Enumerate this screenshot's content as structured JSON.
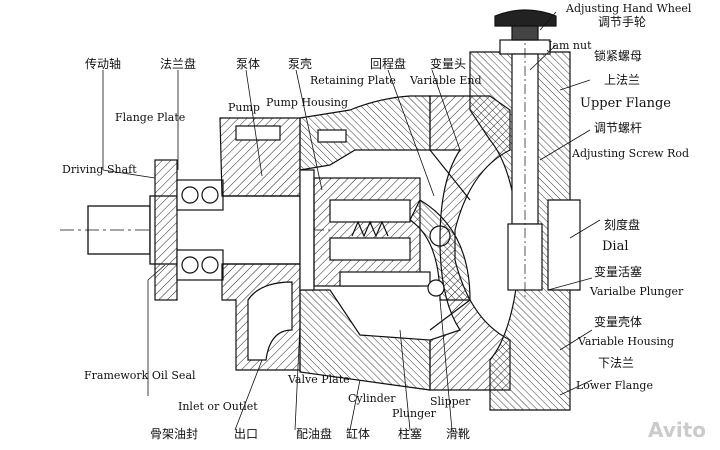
{
  "labels": {
    "adjusting_hand_wheel": "Adjusting Hand Wheel",
    "adjusting_hand_wheel_zh": "调节手轮",
    "jam_nut": "Jam nut",
    "jam_nut_zh": "锁紧螺母",
    "upper_flange_zh": "上法兰",
    "upper_flange": "Upper Flange",
    "adjusting_screw_rod_zh": "调节螺杆",
    "adjusting_screw_rod": "Adjusting Screw Rod",
    "dial_zh": "刻度盘",
    "dial": "Dial",
    "variable_plunger_zh": "变量活塞",
    "variable_plunger": "Varialbe Plunger",
    "variable_housing_zh": "变量壳体",
    "variable_housing": "Variable Housing",
    "lower_flange_zh": "下法兰",
    "lower_flange": "Lower Flange",
    "driving_shaft_zh": "传动轴",
    "flange_plate_zh": "法兰盘",
    "pump_body_zh": "泵体",
    "pump_housing_zh": "泵壳",
    "retaining_plate_zh": "回程盘",
    "variable_end_zh": "变量头",
    "retaining_plate": "Retaining Plate",
    "variable_end": "Variable End",
    "flange_plate": "Flange Plate",
    "pump": "Pump",
    "pump_housing": "Pump Housing",
    "driving_shaft": "Driving Shaft",
    "framework_oil_seal": "Framework Oil Seal",
    "valve_plate": "Valve Plate",
    "inlet_or_outlet": "Inlet or Outlet",
    "cylinder": "Cylinder",
    "slipper": "Slipper",
    "plunger": "Plunger",
    "framework_oil_seal_zh": "骨架油封",
    "outlet_zh": "出口",
    "valve_plate_zh": "配油盘",
    "cylinder_zh": "缸体",
    "plunger_zh": "柱塞",
    "slipper_zh": "滑靴"
  },
  "watermark": "Avito"
}
